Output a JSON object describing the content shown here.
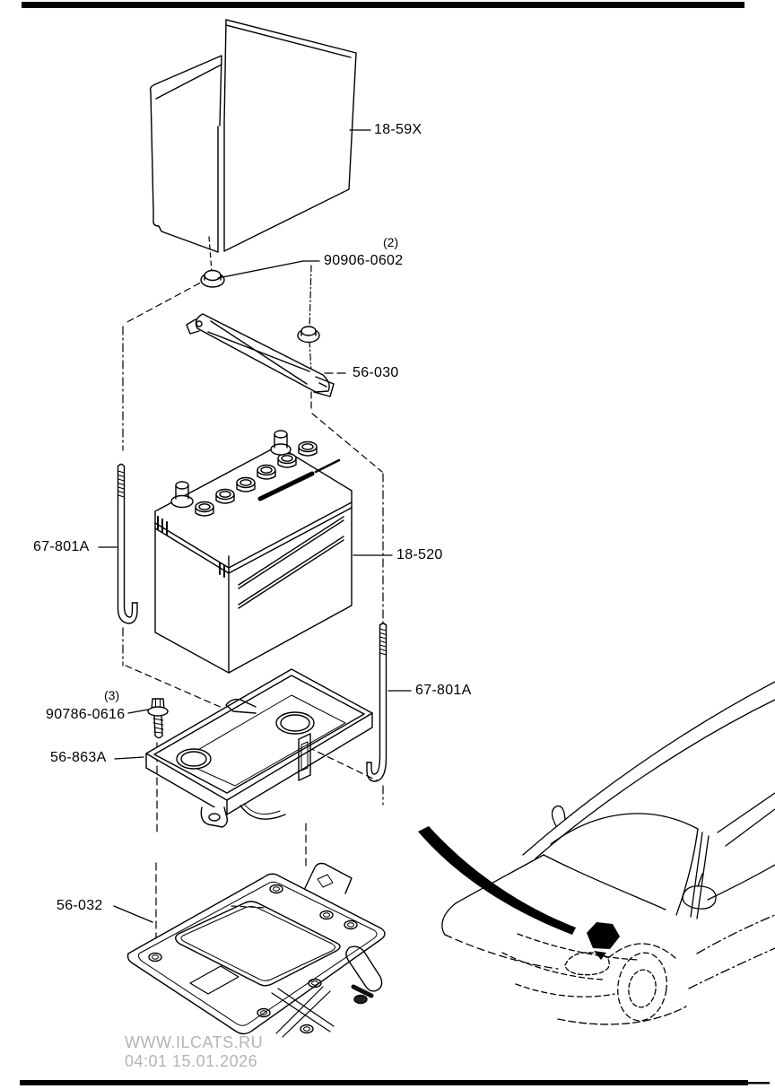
{
  "diagram": {
    "type": "exploded-parts-diagram",
    "subject": "Battery, battery tray and mounting hardware",
    "labels": {
      "cover": {
        "part_no": "18-59X"
      },
      "nut": {
        "part_no": "90906-0602",
        "qty": "(2)"
      },
      "clamp": {
        "part_no": "56-030"
      },
      "jbolt_left": {
        "part_no": "67-801A"
      },
      "battery": {
        "part_no": "18-520"
      },
      "jbolt_right": {
        "part_no": "67-801A"
      },
      "bolt": {
        "part_no": "90786-0616",
        "qty": "(3)"
      },
      "tray": {
        "part_no": "56-863A"
      },
      "plate": {
        "part_no": "56-032"
      }
    },
    "colors": {
      "line": "#000000",
      "background": "#ffffff",
      "watermark": "#b4b4b4",
      "highlight": "#000000"
    }
  },
  "watermark": {
    "line1": "WWW.ILCATS.RU",
    "line2": "04:01 15.01.2026"
  }
}
